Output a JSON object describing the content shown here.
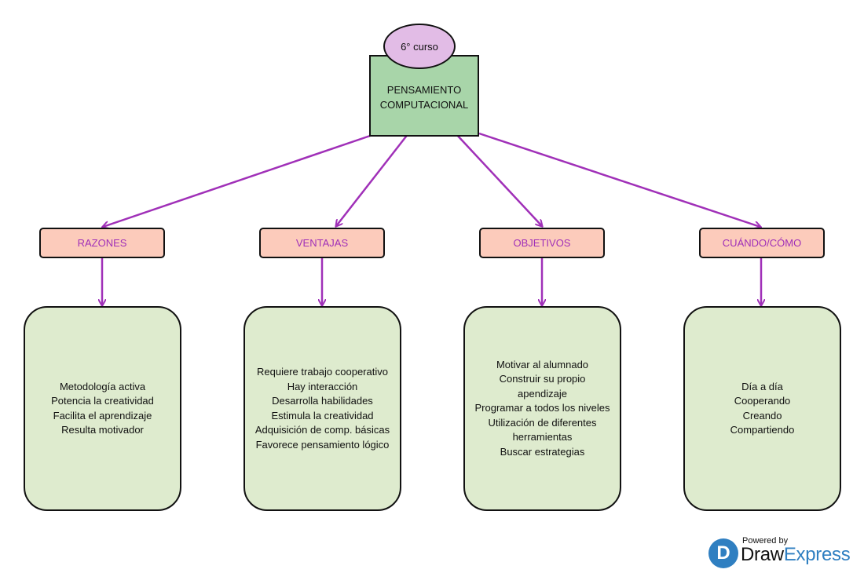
{
  "root": {
    "badge": "6° curso",
    "title_line1": "PENSAMIENTO",
    "title_line2": "COMPUTACIONAL"
  },
  "branches": [
    {
      "label": "RAZONES",
      "items": [
        "Metodología activa",
        "Potencia la creatividad",
        "Facilita el aprendizaje",
        "Resulta motivador"
      ]
    },
    {
      "label": "VENTAJAS",
      "items": [
        "Requiere trabajo cooperativo",
        "Hay interacción",
        "Desarrolla habilidades",
        "Estimula la creatividad",
        "Adquisición de comp. básicas",
        "Favorece pensamiento lógico"
      ]
    },
    {
      "label": "OBJETIVOS",
      "items": [
        "Motivar al alumnado",
        "Construir su propio",
        "apendizaje",
        "Programar a todos los niveles",
        "Utilización de diferentes",
        "herramientas",
        "Buscar estrategias"
      ]
    },
    {
      "label": "CUÁNDO/CÓMO",
      "items": [
        "Día a día",
        "Cooperando",
        "Creando",
        "Compartiendo"
      ]
    }
  ],
  "watermark": {
    "powered": "Powered by",
    "brand1": "Draw",
    "brand2": "Express"
  },
  "colors": {
    "arrow": "#a030b8",
    "root": "#a8d5a9",
    "badge": "#e2bce6",
    "header": "#fccbbb",
    "card": "#deebce"
  }
}
